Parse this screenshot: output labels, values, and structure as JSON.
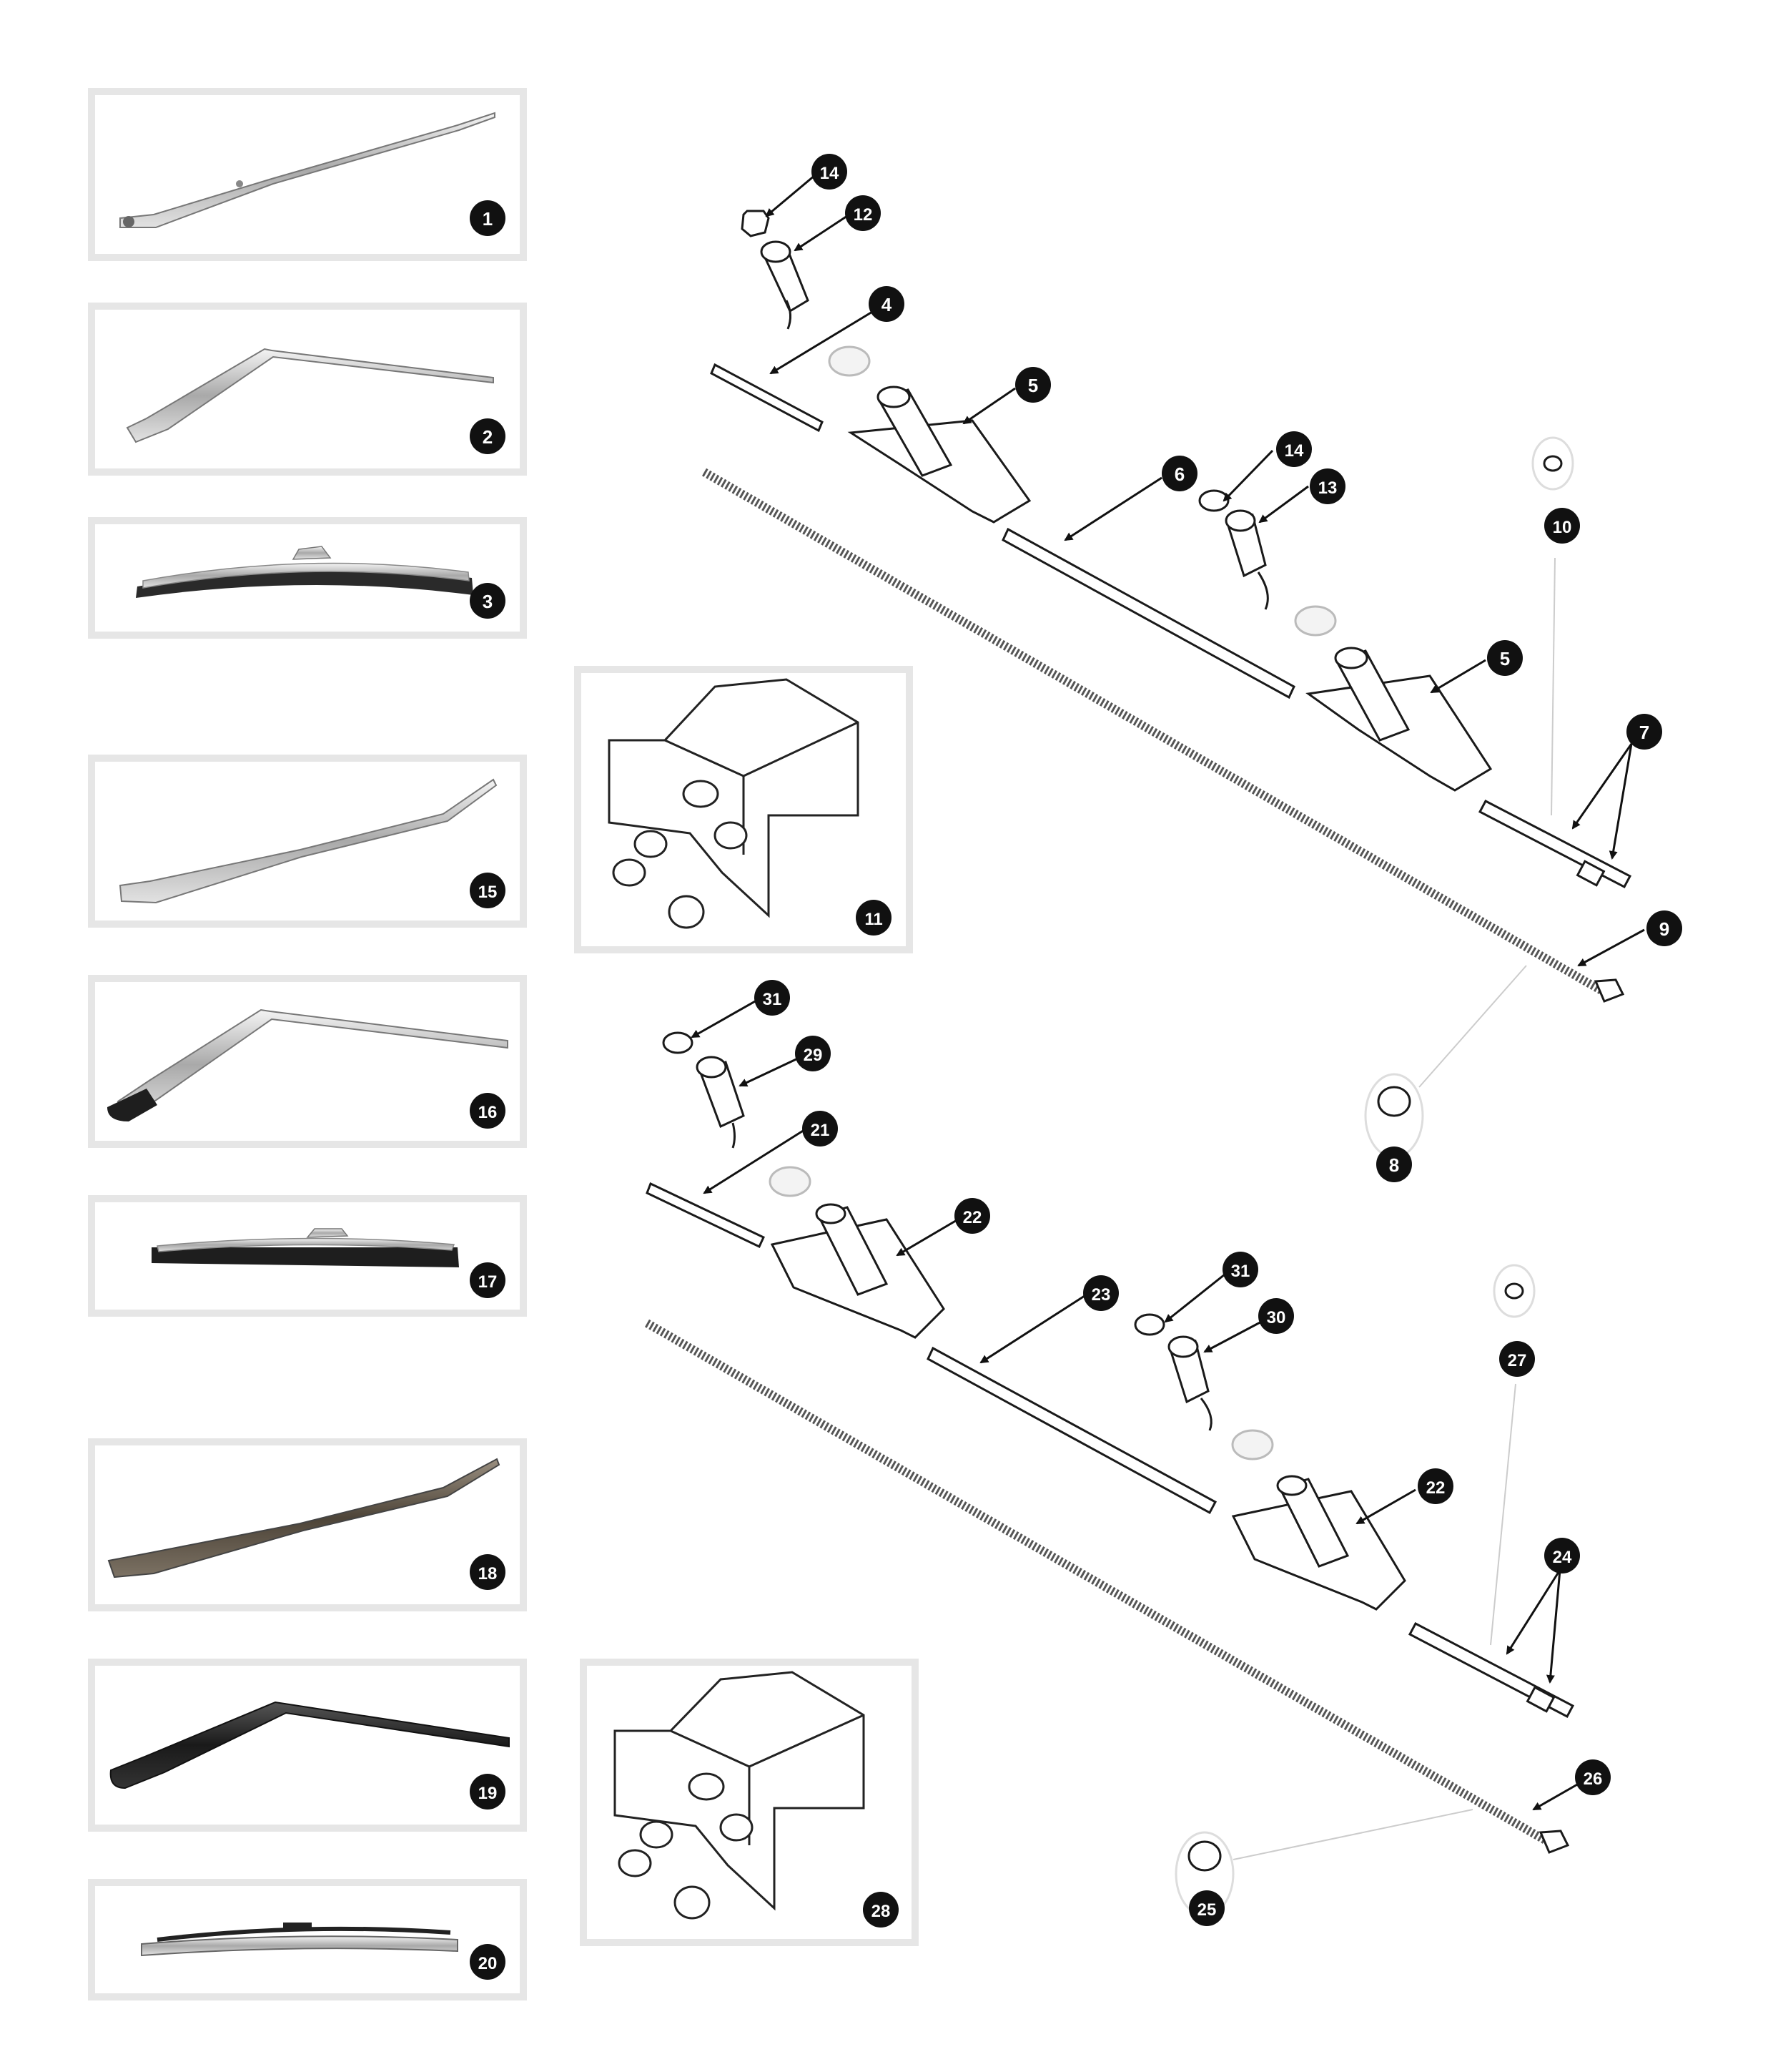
{
  "title": "",
  "callouts": {
    "c1": "1",
    "c2": "2",
    "c3": "3",
    "c4": "4",
    "c5a": "5",
    "c5b": "5",
    "c6": "6",
    "c7": "7",
    "c8": "8",
    "c9": "9",
    "c10": "10",
    "c11": "11",
    "c12": "12",
    "c13": "13",
    "c14a": "14",
    "c14b": "14",
    "c15": "15",
    "c16": "16",
    "c17": "17",
    "c18": "18",
    "c19": "19",
    "c20": "20",
    "c21": "21",
    "c22a": "22",
    "c22b": "22",
    "c23": "23",
    "c24": "24",
    "c25": "25",
    "c26": "26",
    "c27": "27",
    "c28": "28",
    "c29": "29",
    "c30": "30",
    "c31a": "31",
    "c31b": "31"
  },
  "colors": {
    "frame": "#e6e6e6",
    "badge": "#111111",
    "line": "#1a1a1a",
    "chrome": "#c8c8c8",
    "black_part": "#1e1e1e",
    "ghost_part": "#eeeeee"
  },
  "icons": {
    "arrow": "callout-arrow",
    "badge": "number-badge"
  }
}
